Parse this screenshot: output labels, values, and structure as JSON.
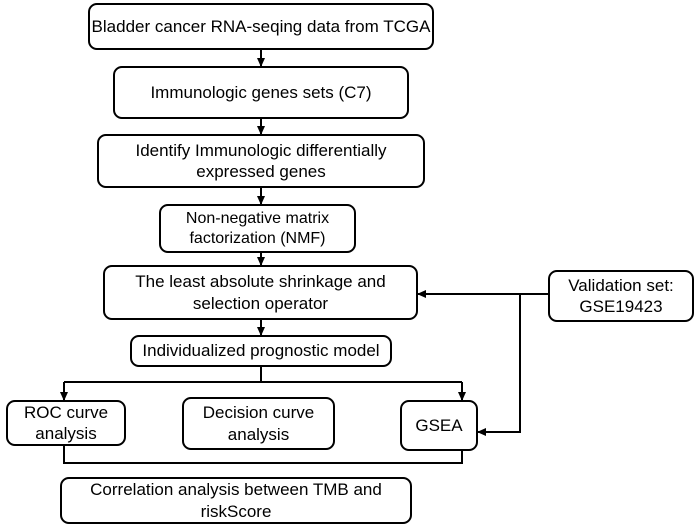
{
  "flowchart": {
    "steps": {
      "rnaseq": "Bladder cancer RNA-seqing data from TCGA",
      "genesets": "Immunologic genes sets (C7)",
      "deg": "Identify Immunologic differentially expressed genes",
      "nmf": "Non-negative matrix factorization (NMF)",
      "lasso": "The least absolute shrinkage and selection operator",
      "model": "Individualized prognostic model",
      "roc": "ROC curve analysis",
      "dca": "Decision curve analysis",
      "gsea": "GSEA",
      "correlation": "Correlation analysis between TMB and riskScore"
    },
    "validation": "Validation set: GSE19423"
  },
  "colors": {
    "stroke": "#000000",
    "background": "#ffffff"
  }
}
